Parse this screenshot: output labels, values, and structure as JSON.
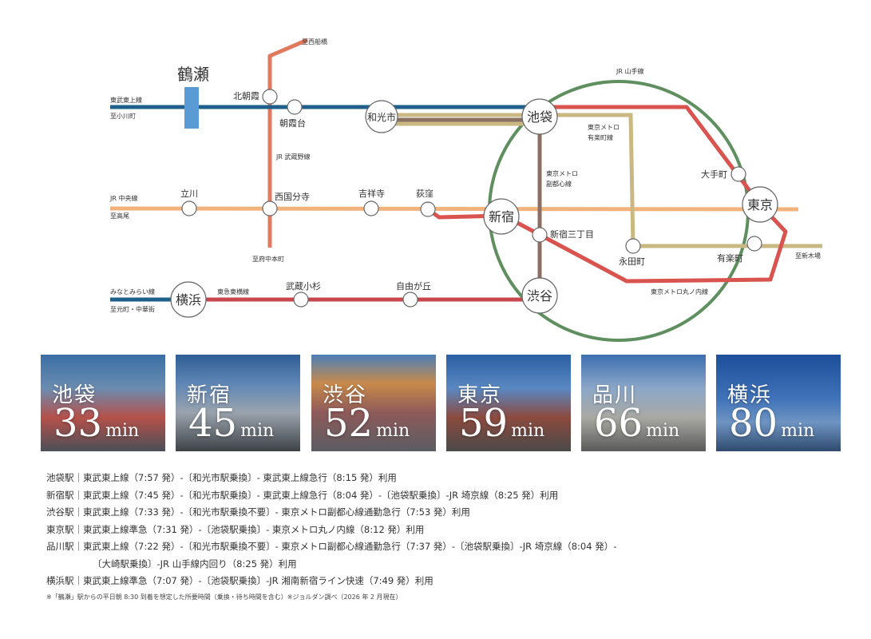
{
  "title": "鶴瀬",
  "lines": {
    "tobu_tojo": "東武東上線",
    "to_ogawamachi": "至小川町",
    "to_nishifunabashi": "至西船橋",
    "jr_musashino": "JR 武蔵野線",
    "to_fuchuhommachi": "至府中本町",
    "jr_chuo": "JR 中央線",
    "to_takao": "至高尾",
    "minatomirai": "みなとみらい線",
    "to_motomachi": "至元町・中華街",
    "tokyu_toyoko": "東急東横線",
    "jr_yamanote": "JR 山手線",
    "yurakucho_1": "東京メトロ",
    "yurakucho_2": "有楽町線",
    "fukutoshin_1": "東京メトロ",
    "fukutoshin_2": "副都心線",
    "marunouchi": "東京メトロ丸ノ内線",
    "to_shinkiba": "至新木場"
  },
  "stations": {
    "kitaasaka": "北朝霞",
    "asakadai": "朝霞台",
    "wakoshi": "和光市",
    "ikebukuro": "池袋",
    "tachikawa": "立川",
    "nishikokubunji": "西国分寺",
    "kichijoji": "吉祥寺",
    "ogikubo": "荻窪",
    "shinjuku": "新宿",
    "shinjuku_sanchome": "新宿三丁目",
    "otemachi": "大手町",
    "tokyo": "東京",
    "nagatacho": "永田町",
    "yurakucho": "有楽町",
    "yokohama": "横浜",
    "musashikosugi": "武蔵小杉",
    "jiyugaoka": "自由が丘",
    "shibuya": "渋谷"
  },
  "colors": {
    "tobu_tojo": "#1f5f8b",
    "tsuruse_marker": "#5b9bd5",
    "musashino": "#e07a5f",
    "chuo": "#f2b27c",
    "yurakucho": "#c9b882",
    "fukutoshin": "#8a6f63",
    "marunouchi": "#d9534f",
    "yamanote": "#5f8f5f",
    "toyoko": "#c8474f"
  },
  "cards": [
    {
      "name": "池袋",
      "minutes": "33",
      "unit": "min"
    },
    {
      "name": "新宿",
      "minutes": "45",
      "unit": "min"
    },
    {
      "name": "渋谷",
      "minutes": "52",
      "unit": "min"
    },
    {
      "name": "東京",
      "minutes": "59",
      "unit": "min"
    },
    {
      "name": "品川",
      "minutes": "66",
      "unit": "min"
    },
    {
      "name": "横浜",
      "minutes": "80",
      "unit": "min"
    }
  ],
  "routes": [
    "池袋駅｜東武東上線（7:57 発）-〔和光市駅乗換〕- 東武東上線急行（8:15 発）利用",
    "新宿駅｜東武東上線（7:45 発）-〔和光市駅乗換〕- 東武東上線急行（8:04 発）-〔池袋駅乗換〕-JR 埼京線（8:25 発）利用",
    "渋谷駅｜東武東上線（7:33 発）-〔和光市駅乗換不要〕- 東京メトロ副都心線通勤急行（7:53 発）利用",
    "東京駅｜東武東上線準急（7:31 発）-〔池袋駅乗換〕- 東京メトロ丸ノ内線（8:12 発）利用",
    "品川駅｜東武東上線（7:22 発）-〔和光市駅乗換不要〕- 東京メトロ副都心線通勤急行（7:37 発）-〔池袋駅乗換〕-JR 埼京線（8:04 発）-",
    "〔大崎駅乗換〕-JR 山手線内回り（8:25 発）利用",
    "横浜駅｜東武東上線準急（7:07 発）-〔池袋駅乗換〕-JR 湘南新宿ライン快速（7:49 発）利用"
  ],
  "footnote": "※「鶴瀬」駅からの平日朝 8:30 到着を想定した所要時間（乗換・待ち時間を含む）※ジョルダン調べ（2026 年 2 月現在）"
}
